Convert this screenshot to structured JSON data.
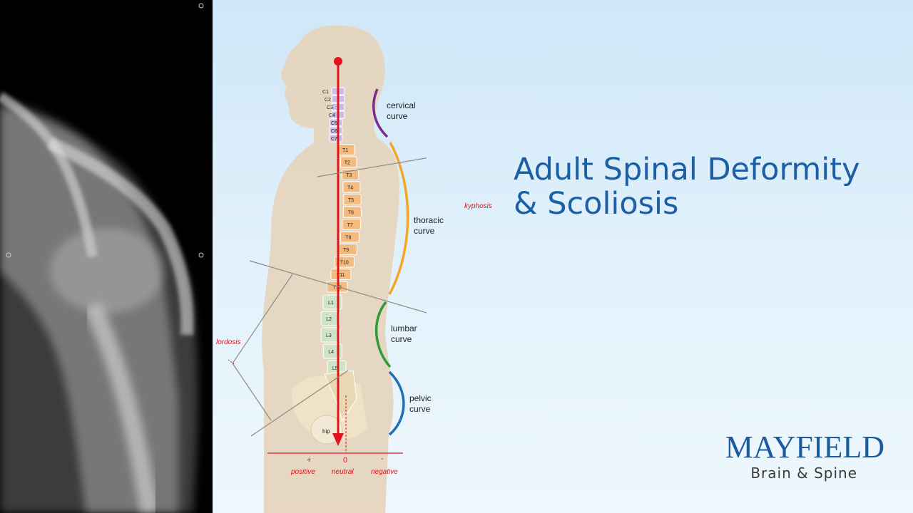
{
  "title": {
    "line1": "Adult Spinal Deformity",
    "line2": "& Scoliosis"
  },
  "logo": {
    "name": "MAYFIELD",
    "tagline": "Brain & Spine"
  },
  "diagram": {
    "curves": {
      "cervical": "cervical\ncurve",
      "thoracic": "thoracic\ncurve",
      "lumbar": "lumbar\ncurve",
      "pelvic": "pelvic\ncurve"
    },
    "cervical_label": [
      "C1",
      "C2",
      "C3",
      "C4",
      "C5",
      "C6",
      "C7"
    ],
    "thoracic_label": [
      "T1",
      "T2",
      "T3",
      "T4",
      "T5",
      "T6",
      "T7",
      "T8",
      "T9",
      "T10",
      "T11",
      "T12"
    ],
    "lumbar_label": [
      "L1",
      "L2",
      "L3",
      "L4",
      "L5"
    ],
    "angles": {
      "kyphosis": "kyphosis",
      "lordosis": "lordosis"
    },
    "hip": "hip",
    "scale": {
      "plus": "+",
      "zero": "0",
      "minus": "-",
      "positive": "positive",
      "neutral": "neutral",
      "negative": "negative"
    },
    "colors": {
      "cervical": "#7b2d8e",
      "thoracic": "#f5a623",
      "lumbar": "#2e9a3a",
      "pelvic": "#1f6fb5",
      "plumb_line": "#e0141e"
    }
  }
}
